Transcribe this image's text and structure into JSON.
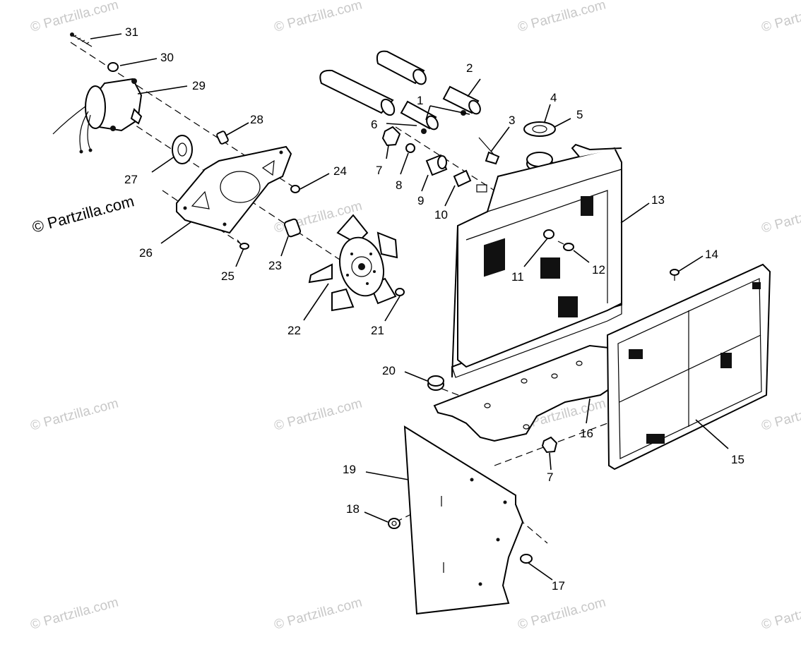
{
  "watermark": {
    "text": "© Partzilla.com",
    "prominent": "© Partzilla.com"
  },
  "callouts": [
    "1",
    "2",
    "3",
    "4",
    "5",
    "6",
    "7",
    "8",
    "9",
    "10",
    "11",
    "12",
    "13",
    "14",
    "15",
    "16",
    "17",
    "18",
    "19",
    "20",
    "21",
    "22",
    "23",
    "24",
    "25",
    "26",
    "27",
    "28",
    "29",
    "30",
    "31",
    "7"
  ]
}
